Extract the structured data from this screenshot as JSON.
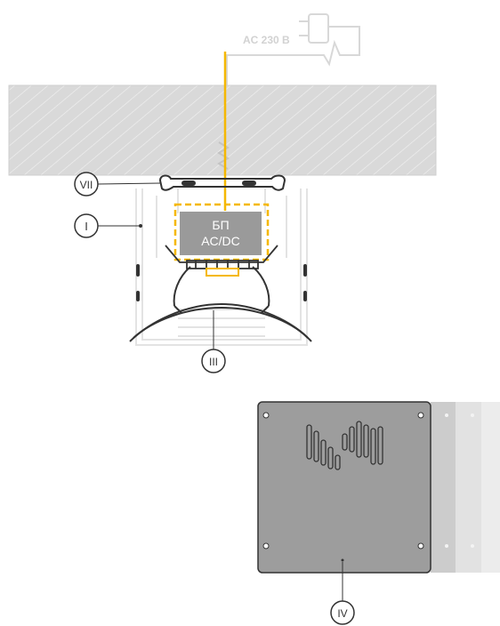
{
  "power_label": "AC 230 В",
  "psu": {
    "line1": "БП",
    "line2": "AC/DC"
  },
  "callouts": {
    "ceiling_bracket": "VII",
    "profile": "I",
    "diffuser": "III",
    "end_cap": "IV"
  },
  "colors": {
    "accent": "#F5B800",
    "ceiling_fill": "#d9d9d9",
    "profile_line": "#e3e3e3",
    "psu_fill": "#9a9a9a",
    "plate_fill": "#9d9d9d",
    "outline": "#333333",
    "plug_line": "#d8d8d8"
  }
}
